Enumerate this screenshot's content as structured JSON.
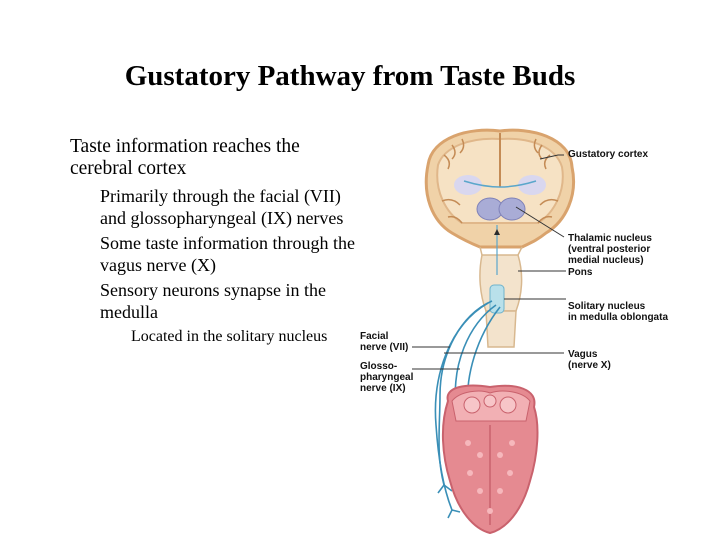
{
  "title": "Gustatory Pathway from Taste Buds",
  "bullets": {
    "level1": "Taste information reaches the cerebral cortex",
    "level2": [
      "Primarily through the facial (VII) and glossopharyngeal (IX) nerves",
      "Some taste information through the vagus nerve (X)",
      "Sensory neurons synapse in the medulla"
    ],
    "level3": "Located in the solitary nucleus"
  },
  "figure_labels": {
    "gustatory_cortex": "Gustatory cortex",
    "thalamic_nucleus": "Thalamic nucleus\n(ventral posterior\nmedial nucleus)",
    "pons": "Pons",
    "solitary_nucleus": "Solitary nucleus\nin medulla oblongata",
    "facial_nerve": "Facial\nnerve (VII)",
    "vagus": "Vagus\n(nerve X)",
    "glosso_nerve": "Glosso-\npharyngeal\nnerve (IX)"
  },
  "colors": {
    "brain_tan": "#f0d2a8",
    "cortex_edge": "#d9a36d",
    "thalamus": "#a9acd6",
    "nerve_blue": "#3a8fb7",
    "tongue_pink": "#e58a91",
    "tongue_dark": "#c9626d"
  }
}
